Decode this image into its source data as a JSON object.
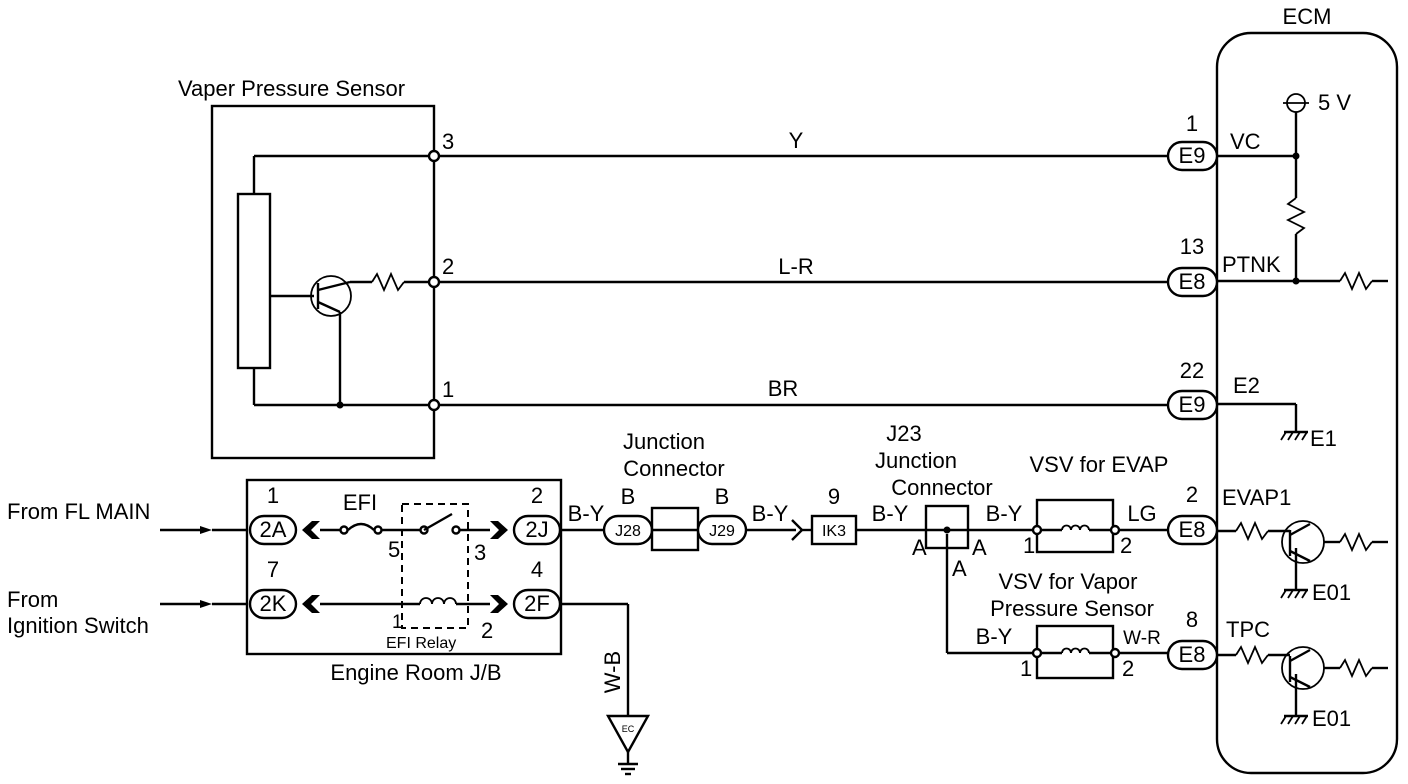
{
  "ecm": {
    "title": "ECM",
    "supply": "5 V",
    "pins": {
      "vc": "VC",
      "ptnk": "PTNK",
      "e2": "E2",
      "e1": "E1",
      "evap1": "EVAP1",
      "e01_a": "E01",
      "tpc": "TPC",
      "e01_b": "E01"
    }
  },
  "sensor": {
    "title": "Vaper Pressure Sensor",
    "pin3": "3",
    "pin2": "2",
    "pin1": "1"
  },
  "wires": {
    "y": "Y",
    "lr": "L-R",
    "br": "BR",
    "by_1": "B-Y",
    "by_2": "B-Y",
    "by_3": "B-Y",
    "by_4": "B-Y",
    "by_5": "B-Y",
    "lg": "LG",
    "wr": "W-R",
    "wb": "W-B"
  },
  "connectors": {
    "e9_top": {
      "label": "E9",
      "pin": "1"
    },
    "e8_ptnk": {
      "label": "E8",
      "pin": "13"
    },
    "e9_e2": {
      "label": "E9",
      "pin": "22"
    },
    "e8_evap": {
      "label": "E8",
      "pin": "2"
    },
    "e8_tpc": {
      "label": "E8",
      "pin": "8"
    },
    "c2a": {
      "label": "2A",
      "pin": "1"
    },
    "c2j": {
      "label": "2J",
      "pin": "2"
    },
    "c2k": {
      "label": "2K",
      "pin": "7"
    },
    "c2f": {
      "label": "2F",
      "pin": "4"
    },
    "j28": {
      "label": "J28",
      "pin": "B"
    },
    "j29": {
      "label": "J29",
      "pin": "B"
    },
    "ik3": {
      "label": "IK3",
      "pin": "9"
    }
  },
  "junction": {
    "title_line1": "Junction",
    "title_line2": "Connector",
    "j23_line1": "J23",
    "j23_line2": "Junction",
    "j23_line3": "Connector",
    "pin_a_left": "A",
    "pin_a_right": "A",
    "pin_a_bottom": "A"
  },
  "jb": {
    "title": "Engine Room J/B",
    "fuse": "EFI",
    "relay": "EFI Relay",
    "relay_pin5": "5",
    "relay_pin3": "3",
    "relay_pin1": "1",
    "relay_pin2": "2"
  },
  "inputs": {
    "fl_main": "From FL MAIN",
    "ign_line1": "From",
    "ign_line2": "Ignition Switch"
  },
  "vsv_evap": {
    "title": "VSV for EVAP",
    "pin1": "1",
    "pin2": "2"
  },
  "vsv_vp": {
    "title_line1": "VSV for Vapor",
    "title_line2": "Pressure Sensor",
    "pin1": "1",
    "pin2": "2"
  },
  "ground_ec": "EC"
}
